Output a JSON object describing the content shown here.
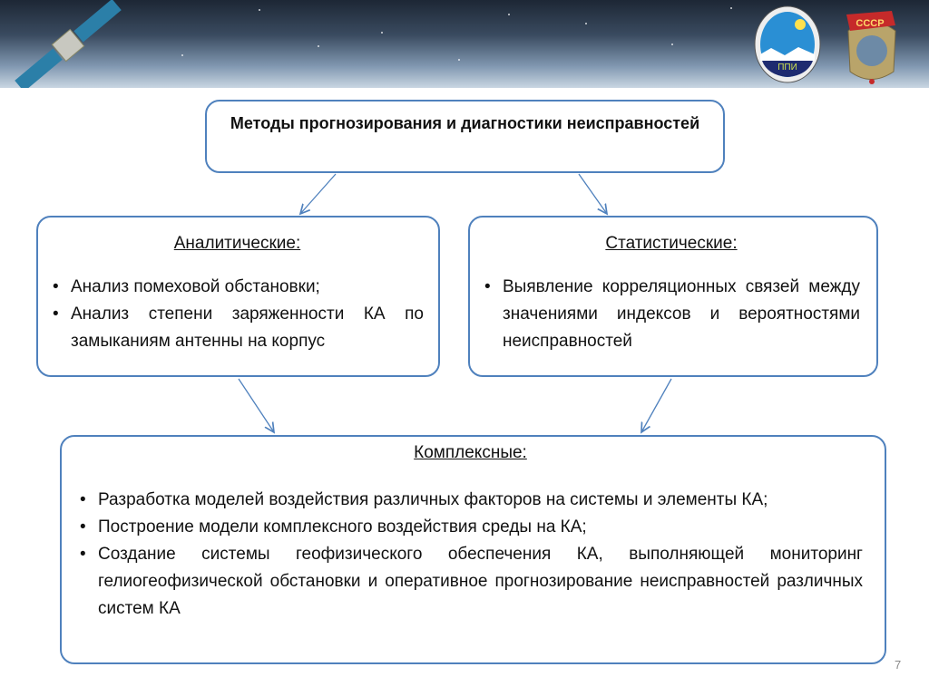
{
  "title": "Методы прогнозирования и диагностики неисправностей",
  "analytic": {
    "heading": "Аналитические:",
    "items": [
      "Анализ помеховой обстановки;",
      "Анализ степени заряженности КА по замыканиям антенны на корпус"
    ]
  },
  "statistic": {
    "heading": "Статистические:",
    "items": [
      "Выявление корреляционных связей между значениями индексов и вероятностями неисправностей"
    ]
  },
  "complex": {
    "heading": "Комплексные:",
    "items": [
      "Разработка моделей воздействия различных факторов на системы и элементы КА;",
      "Построение модели комплексного воздействия среды на КА;",
      "Создание системы геофизического обеспечения КА, выполняющей мониторинг гелиогеофизической обстановки и оперативное прогнозирование неисправностей различных систем КА"
    ]
  },
  "logos": {
    "left_emblem": "ППИ",
    "right_emblem": "СССР"
  },
  "page_number": "7",
  "colors": {
    "border": "#4f81bd",
    "arrow": "#4f81bd"
  }
}
